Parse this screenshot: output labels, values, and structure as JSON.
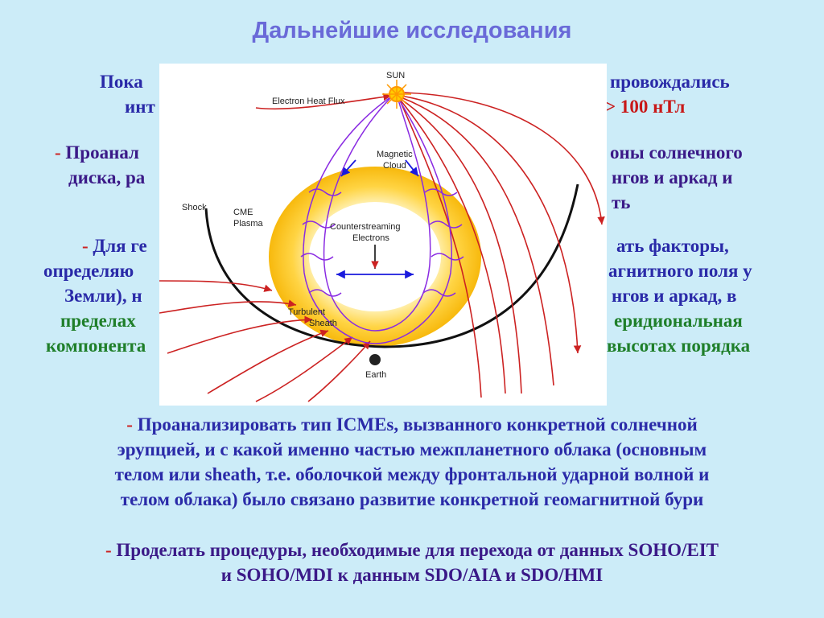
{
  "title": "Дальнейшие исследования",
  "p1": {
    "l1_start": "Пока ",
    "l1_end": "провождались",
    "l2_start": "инт",
    "l2_end": "> 100 нТл"
  },
  "p2": {
    "dash": "- ",
    "l1_start": "Проанал",
    "l1_end": "оны солнечного",
    "l2_start": "диска, ра",
    "l2_end": "нгов и аркад и",
    "l3_end": "ть"
  },
  "p3": {
    "dash": "- ",
    "l1_start": "Для ге",
    "l1_end": "ать факторы,",
    "l2_start": "определяю",
    "l2_end": "агнитного поля у",
    "l3_start": "Земли), н",
    "l3_end": "нгов и аркад, в",
    "l4_start": "пределах",
    "l4_end": "еридиональная",
    "l5_start": "компонента",
    "l5_end": "высотах порядка"
  },
  "p4": {
    "dash": "- ",
    "l1": "Проанализировать тип ICMEs, вызванного конкретной солнечной",
    "l2": "эрупцией, и с какой именно частью межпланетного облака (основным",
    "l3": "телом или sheath, т.е. оболочкой между фронтальной ударной волной и",
    "l4": "телом облака) было связано развитие конкретной геомагнитной бури"
  },
  "p5": {
    "dash": "- ",
    "l1": "Проделать процедуры, необходимые для перехода от данных SOHO/EIT",
    "l2": "и SOHO/MDI к данным SDO/AIA и SDO/HMI"
  },
  "figure": {
    "labels": {
      "sun": "SUN",
      "heat_flux": "Electron Heat Flux",
      "magnetic_cloud_1": "Magnetic",
      "magnetic_cloud_2": "Cloud",
      "shock": "Shock",
      "cme_1": "CME",
      "cme_2": "Plasma",
      "counter_1": "Counterstreaming",
      "counter_2": "Electrons",
      "turbulent_1": "Turbulent",
      "turbulent_2": "Sheath",
      "earth": "Earth"
    },
    "colors": {
      "field_lines": "#cc2222",
      "flux_rope": "#8a2be2",
      "plasma": "#f7b500",
      "shock": "#111111",
      "arrows": "#1a1add"
    }
  }
}
